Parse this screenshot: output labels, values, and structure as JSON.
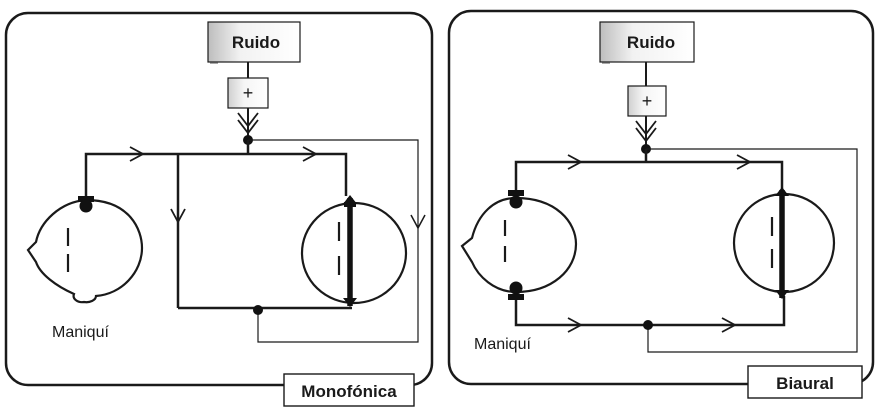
{
  "panels": [
    {
      "id": "mono",
      "noise_label": "Ruido",
      "adder_symbol": "+",
      "dummy_label": "Maniquí",
      "mode_label": "Monofónica"
    },
    {
      "id": "bi",
      "noise_label": "Ruido",
      "adder_symbol": "+",
      "dummy_label": "Maniquí",
      "mode_label": "Biaural"
    }
  ]
}
